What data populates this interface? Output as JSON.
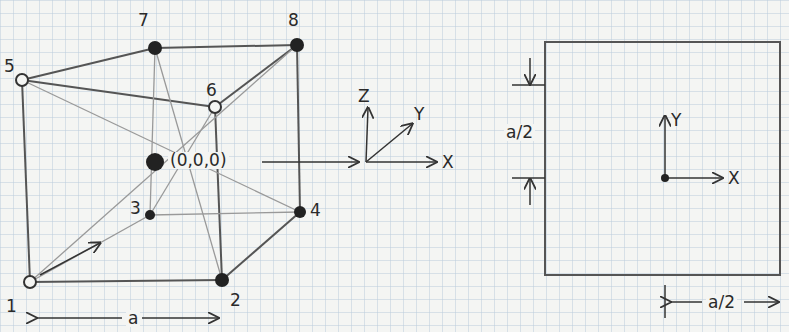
{
  "diagram": {
    "labels": [
      "7",
      "8",
      "5",
      "6",
      "(0,0,0)",
      "3",
      "4",
      "1",
      "2",
      "a",
      "Z",
      "Y",
      "X",
      "a/2",
      "Y",
      "X",
      "a/2"
    ]
  }
}
